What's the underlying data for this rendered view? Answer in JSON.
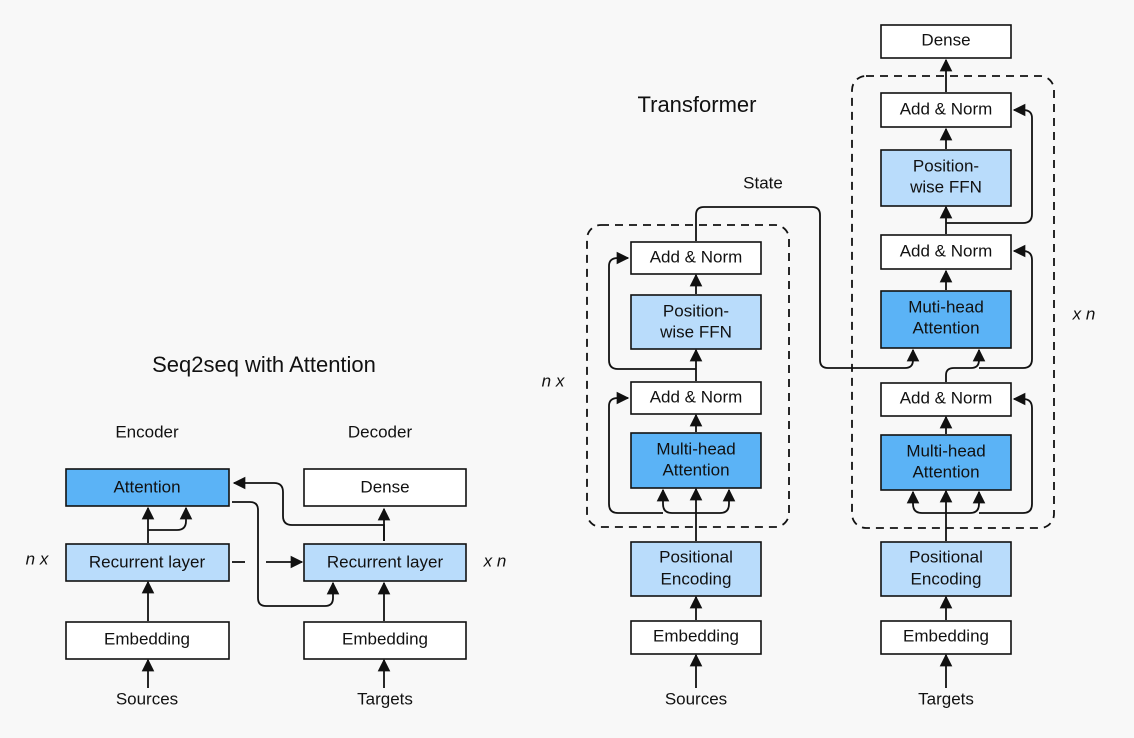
{
  "titles": {
    "seq2seq": "Seq2seq with Attention",
    "transformer": "Transformer"
  },
  "seq2seq": {
    "encoder_heading": "Encoder",
    "decoder_heading": "Decoder",
    "attention": "Attention",
    "enc_recurrent": "Recurrent layer",
    "dec_recurrent": "Recurrent layer",
    "dense": "Dense",
    "enc_embedding": "Embedding",
    "dec_embedding": "Embedding",
    "sources": "Sources",
    "targets": "Targets",
    "enc_repeat": "n x",
    "dec_repeat": "x n"
  },
  "transformer": {
    "state": "State",
    "enc_repeat": "n x",
    "dec_repeat": "x n",
    "encoder": {
      "add_norm_top": "Add & Norm",
      "ffn_line1": "Position-",
      "ffn_line2": "wise FFN",
      "add_norm_bottom": "Add & Norm",
      "mha_line1": "Multi-head",
      "mha_line2": "Attention",
      "pos_line1": "Positional",
      "pos_line2": "Encoding",
      "embedding": "Embedding",
      "sources": "Sources"
    },
    "decoder": {
      "dense": "Dense",
      "add_norm_top": "Add & Norm",
      "ffn_line1": "Position-",
      "ffn_line2": "wise FFN",
      "add_norm_middle": "Add & Norm",
      "cross_line1": "Muti-head",
      "cross_line2": "Attention",
      "add_norm_bottom": "Add & Norm",
      "mha_line1": "Multi-head",
      "mha_line2": "Attention",
      "pos_line1": "Positional",
      "pos_line2": "Encoding",
      "embedding": "Embedding",
      "targets": "Targets"
    }
  },
  "colors": {
    "light_blue": "#b9dcfb",
    "dark_blue": "#5bb3f6",
    "white": "#ffffff"
  }
}
